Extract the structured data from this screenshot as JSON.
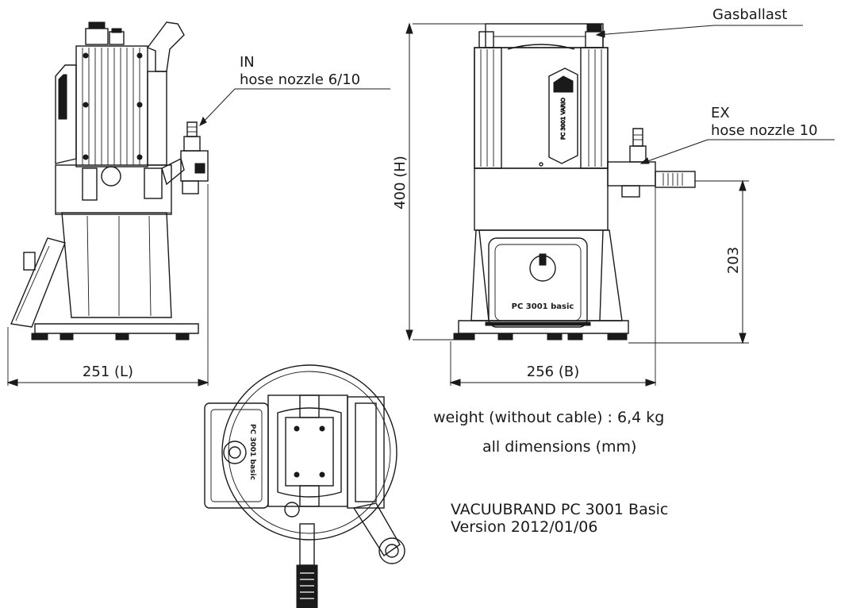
{
  "labels": {
    "in_title": "IN",
    "in_sub": "hose nozzle 6/10",
    "gasballast": "Gasballast",
    "ex_title": "EX",
    "ex_sub": "hose nozzle 10",
    "height": "400 (H)",
    "height_203": "203",
    "length": "251 (L)",
    "breadth": "256 (B)"
  },
  "info": {
    "weight": "weight (without cable)  : 6,4 kg",
    "units": "all dimensions (mm)",
    "model": "VACUUBRAND PC 3001 Basic",
    "version": "Version 2012/01/06"
  },
  "device_text": {
    "front_panel": "PC 3001 basic",
    "side_label": "PC 3001 VARIO",
    "top_label": "PC 3001 basic"
  }
}
